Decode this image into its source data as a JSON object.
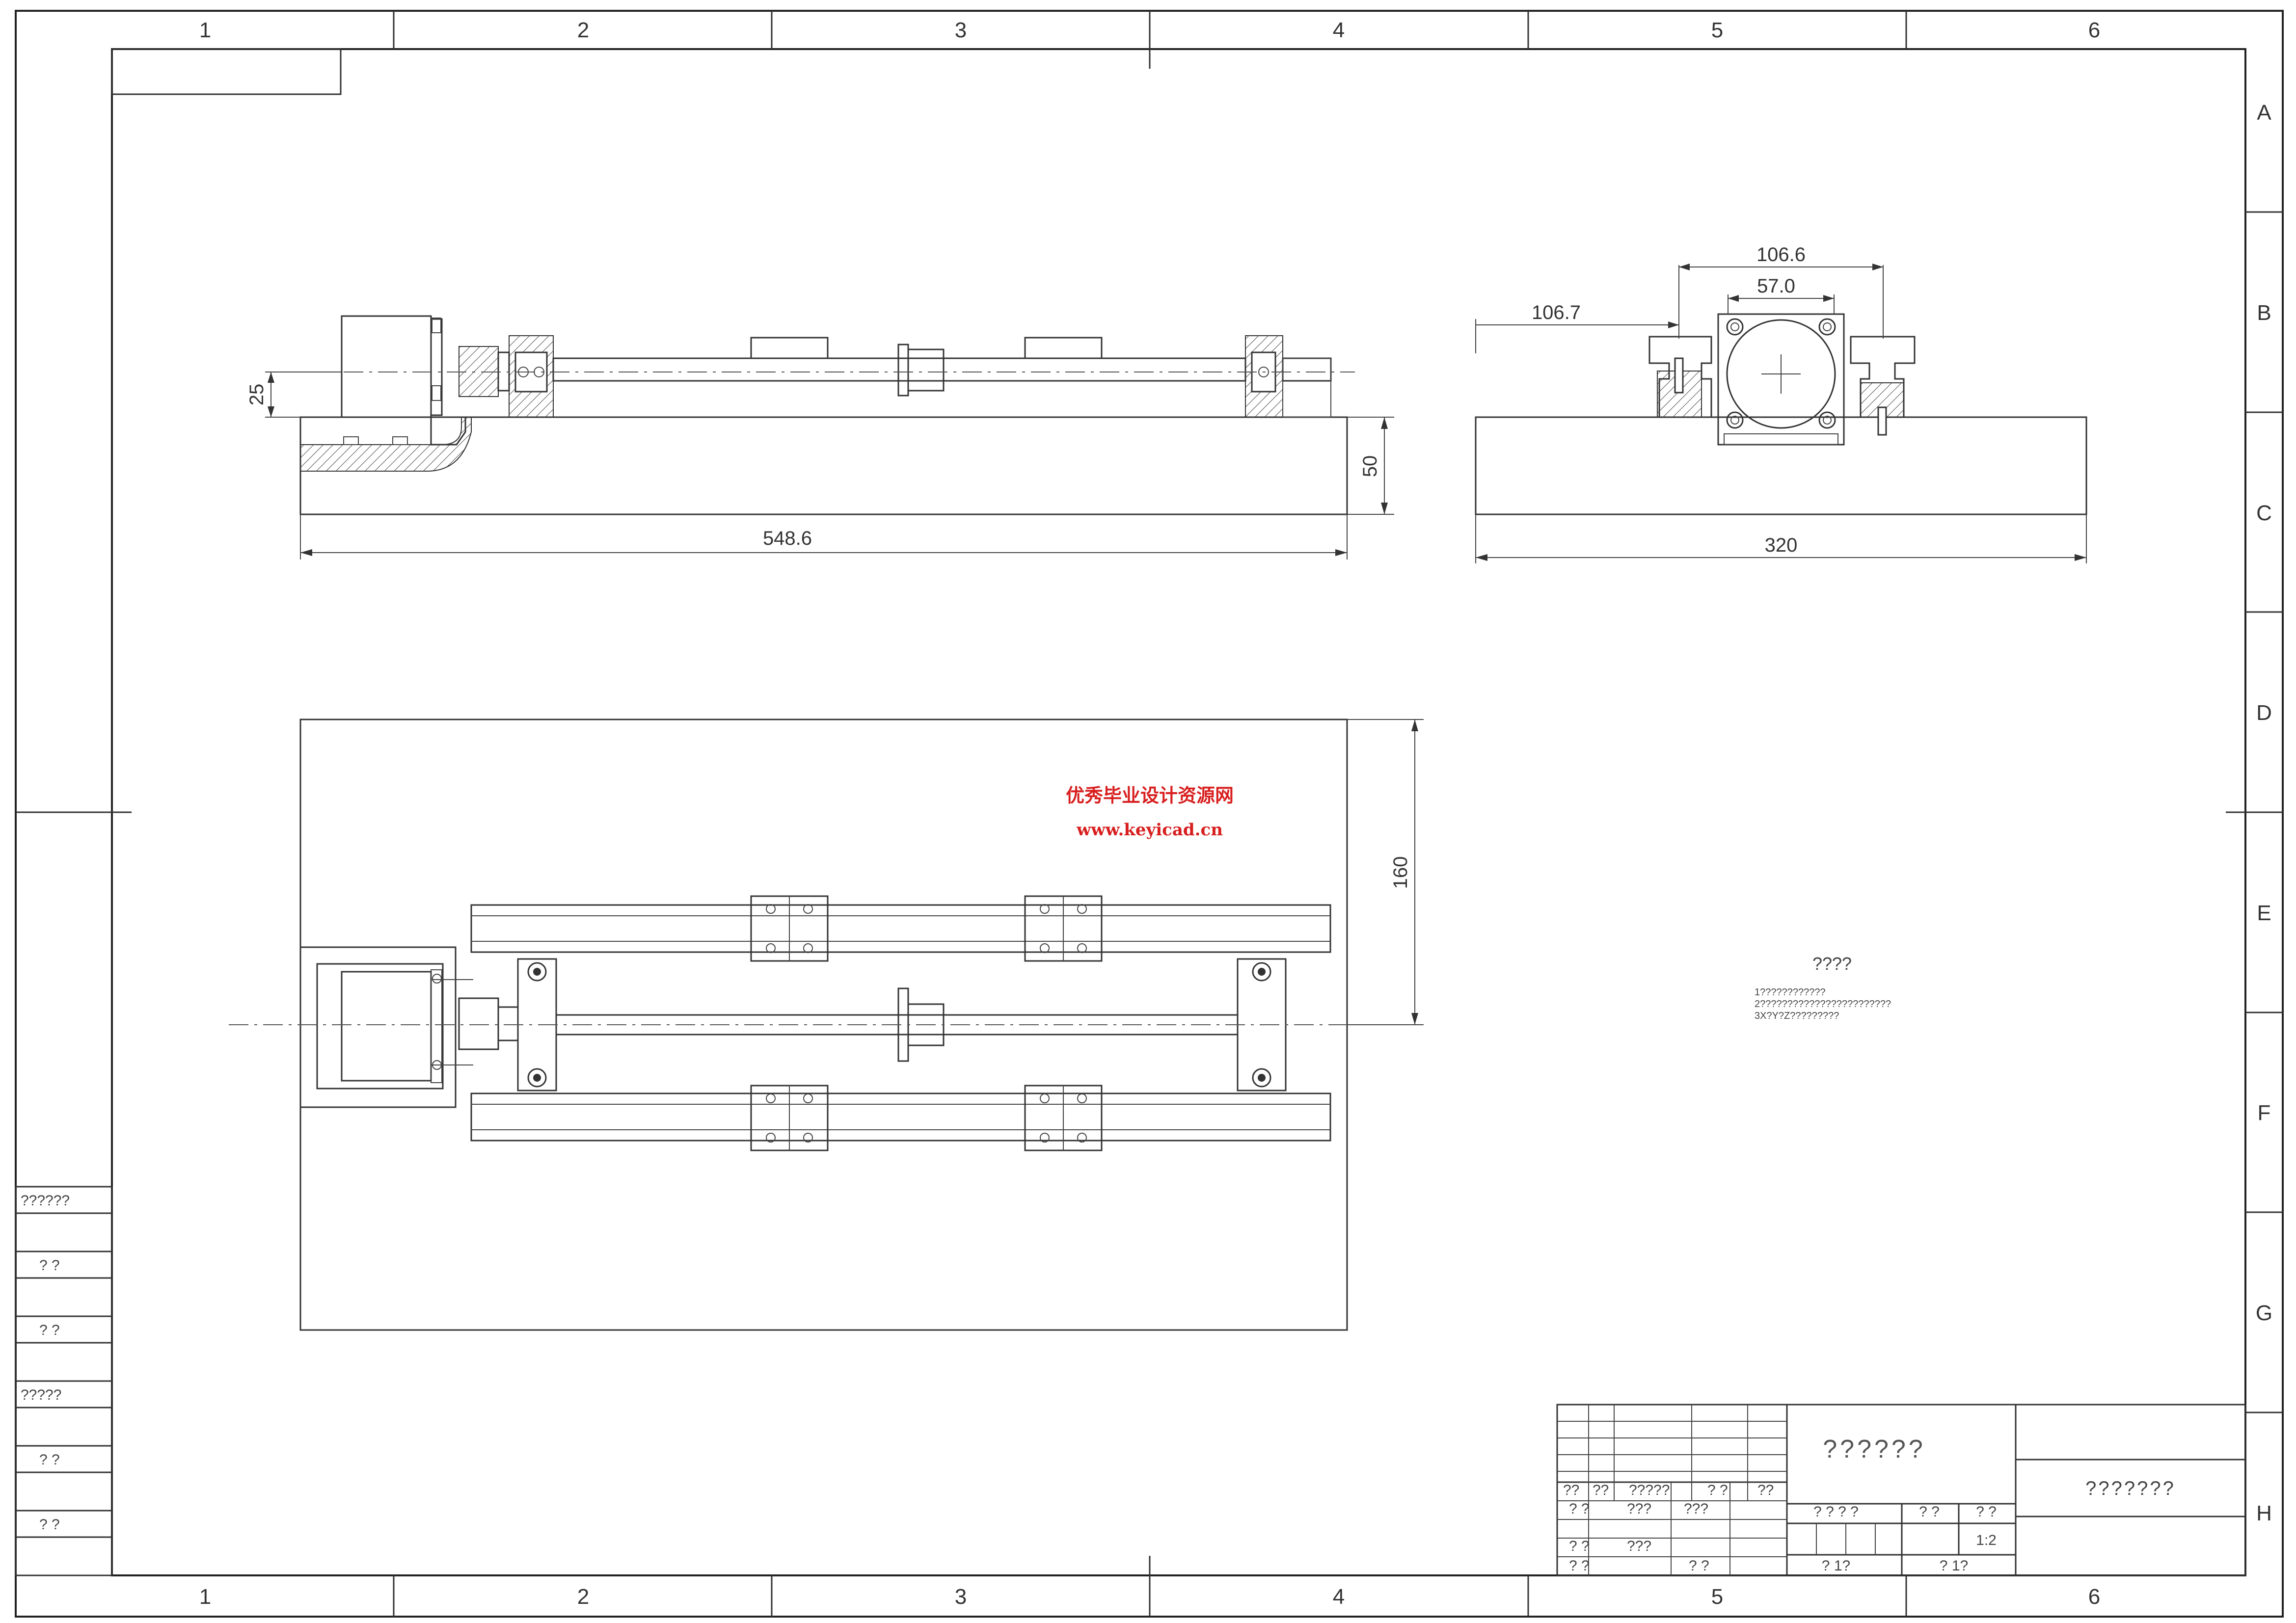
{
  "sheet": {
    "columns": [
      "1",
      "2",
      "3",
      "4",
      "5",
      "6"
    ],
    "rows": [
      "A",
      "B",
      "C",
      "D",
      "E",
      "F",
      "G",
      "H"
    ]
  },
  "views": {
    "front": {
      "dim_length": "548.6",
      "dim_height": "50",
      "dim_axis": "25"
    },
    "side": {
      "dim_rail_span": "106.6",
      "dim_motor": "57.0",
      "dim_offset": "106.7",
      "dim_width": "320"
    },
    "top": {
      "dim_depth": "160"
    }
  },
  "watermark": {
    "line1": "优秀毕业设计资源网",
    "line2": "www.keyicad.cn"
  },
  "notes": {
    "title": "????",
    "line1": "1????????????",
    "line2": "2????????????????????????",
    "line3": "3X?Y?Z?????????"
  },
  "left_strip": {
    "labels": [
      "??????",
      "? ?",
      "? ?",
      "?????",
      "? ?",
      "? ?"
    ]
  },
  "title_block": {
    "drawing_name": "??????",
    "company": "???????",
    "row_labels": {
      "r1": [
        "??",
        "??",
        "?????",
        "? ?",
        "??"
      ],
      "r2": [
        "? ?",
        "???",
        "???"
      ],
      "r3": [
        "? ?",
        "???"
      ],
      "r4": [
        "? ?",
        "? ?"
      ]
    },
    "stage": "? ? ? ?",
    "weight": "? ?",
    "ratio_label": "? ?",
    "scale": "1:2",
    "sheet_count": "?  1?",
    "sheet_no": "?  1?"
  }
}
